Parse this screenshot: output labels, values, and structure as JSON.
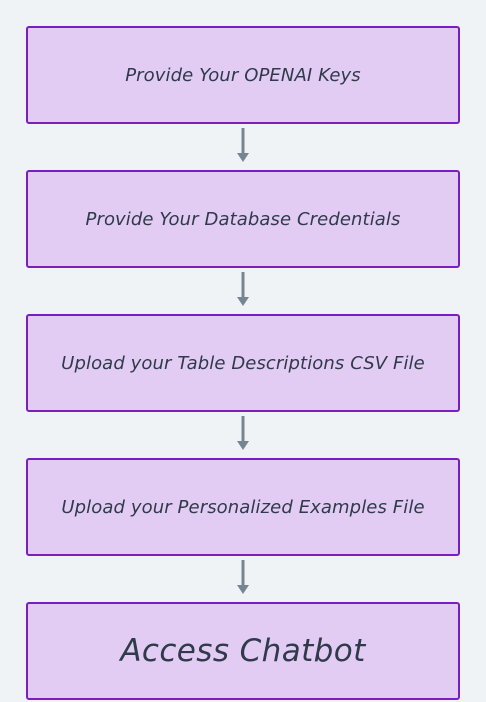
{
  "steps": [
    {
      "label": "Provide Your OPENAI Keys"
    },
    {
      "label": "Provide Your Database Credentials"
    },
    {
      "label": "Upload your Table Descriptions CSV File"
    },
    {
      "label": "Upload your Personalized Examples File"
    },
    {
      "label": "Access Chatbot"
    }
  ],
  "colors": {
    "background": "#f0f3f6",
    "box_fill": "#e3ccf3",
    "box_border": "#7a1ec0",
    "text": "#2f3a4a",
    "arrow": "#778593"
  }
}
